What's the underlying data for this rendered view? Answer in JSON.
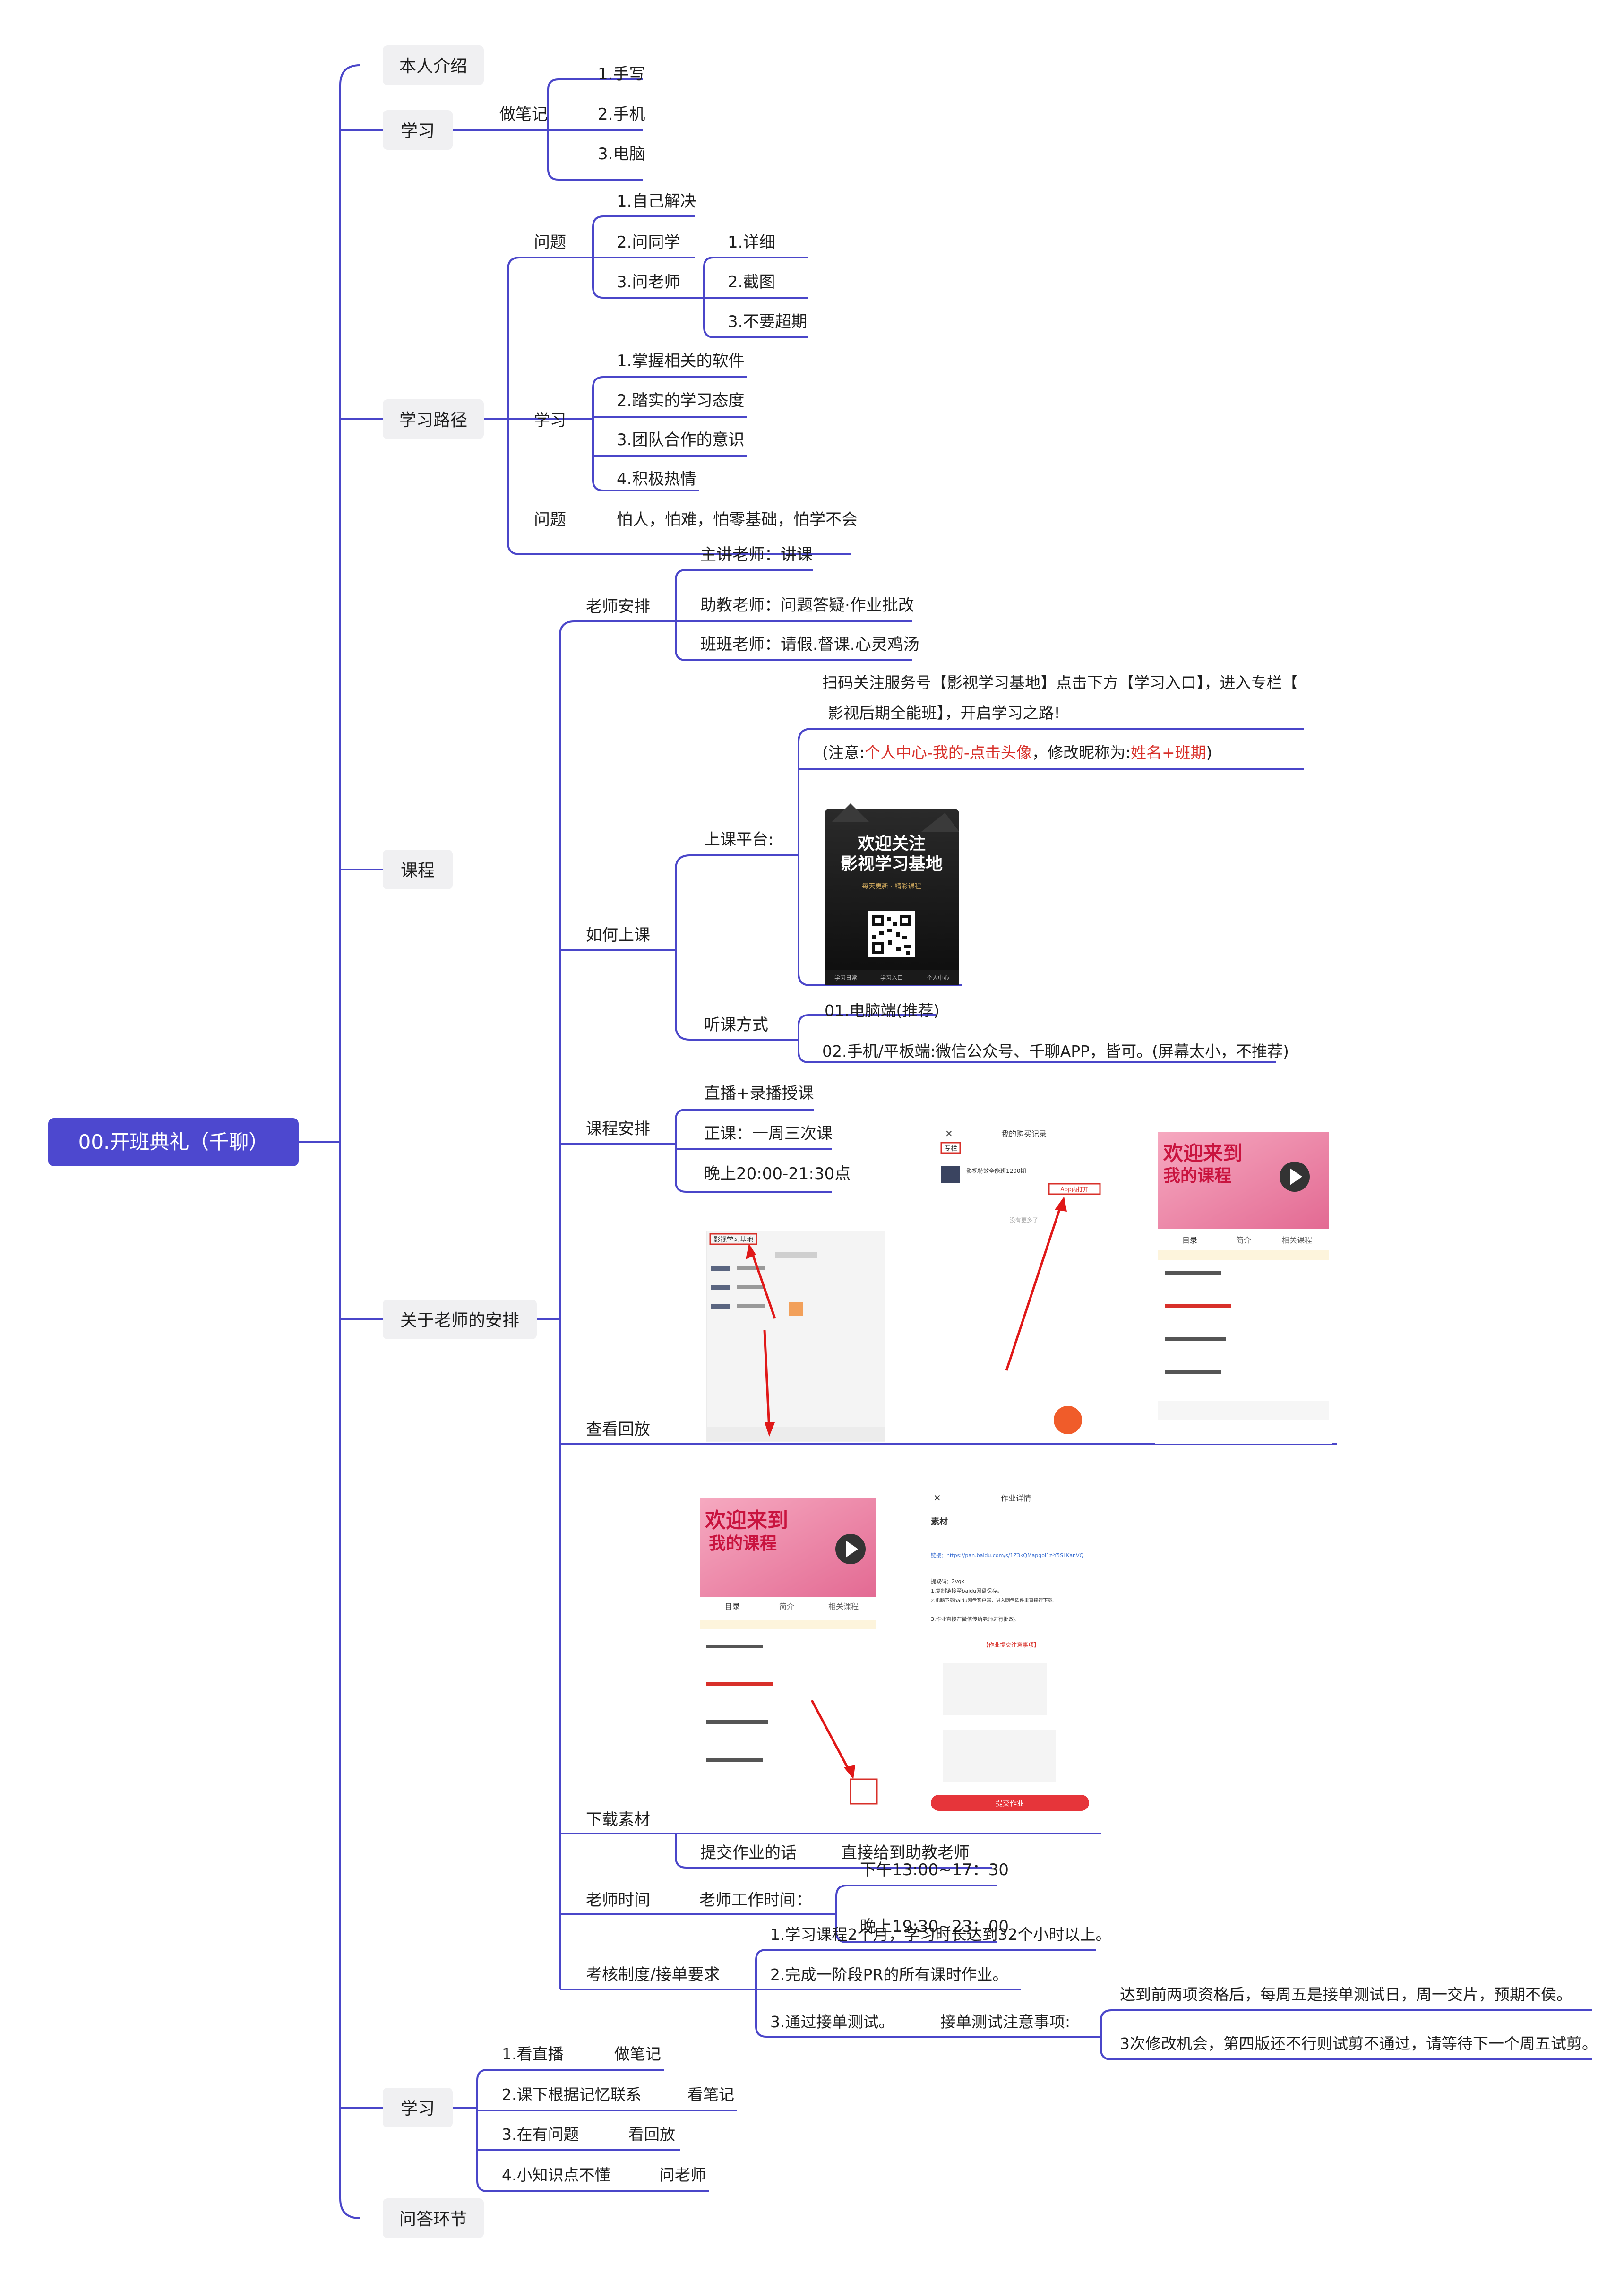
{
  "root": "00.开班典礼（千聊）",
  "colors": {
    "accent": "#4a46c9",
    "root_fill": "#4d48cf",
    "topic_fill": "#f0f0f2",
    "highlight": "#d8302a",
    "text": "#1e1e1e"
  },
  "topics": {
    "intro": "本人介绍",
    "study": "学习",
    "path": "学习路径",
    "course": "课程",
    "teacher_arrangement": "关于老师的安排",
    "study2": "学习",
    "qa": "问答环节"
  },
  "study": {
    "notes": "做笔记",
    "items": [
      "1.手写",
      "2.手机",
      "3.电脑"
    ]
  },
  "path": {
    "problem_label": "问题",
    "problem_items": [
      "1.自己解决",
      "2.问同学",
      "3.问老师"
    ],
    "ask_teacher_items": [
      "1.详细",
      "2.截图",
      "3.不要超期"
    ],
    "learn_label": "学习",
    "learn_items": [
      "1.掌握相关的软件",
      "2.踏实的学习态度",
      "3.团队合作的意识",
      "4.积极热情"
    ],
    "problem2_label": "问题",
    "problem2_text": "怕人，怕难，怕零基础，怕学不会"
  },
  "arrangement": {
    "teachers_label": "老师安排",
    "teachers": [
      "主讲老师：讲课",
      "助教老师：问题答疑·作业批改",
      "班班老师：请假.督课.心灵鸡汤"
    ],
    "how_label": "如何上课",
    "platform_label": "上课平台:",
    "platform_line1": "扫码关注服务号【影视学习基地】点击下方【学习入口】，进入专栏【",
    "platform_line2": "影视后期全能班】，开启学习之路!",
    "note_prefix": "(注意:",
    "note_red1": "个人中心-我的-点击头像",
    "note_mid": "，修改昵称为:",
    "note_red2": "姓名+班期",
    "note_suffix": ")",
    "poster_line1": "欢迎关注",
    "poster_line2": "影视学习基地",
    "poster_sub": "每天更新 · 精彩课程",
    "poster_tabs": [
      "学习日常",
      "学习入口",
      "个人中心"
    ],
    "listen_label": "听课方式",
    "listen_items": [
      "01.电脑端(推荐)",
      "02.手机/平板端:微信公众号、千聊APP，皆可。(屏幕太小，不推荐)"
    ],
    "schedule_label": "课程安排",
    "schedule_items": [
      "直播+录播授课",
      "正课：一周三次课",
      "晚上20:00-21:30点"
    ],
    "replay_label": "查看回放",
    "replay_caption_tag": "影视学习基地",
    "phone_purchase_title": "我的购买记录",
    "phone_purchase_tab": "专栏",
    "phone_purchase_item": "影视特效全能班1200期",
    "phone_purchase_btn": "App内打开",
    "phone_purchase_empty": "没有更多了",
    "welcome_line1": "欢迎来到",
    "welcome_line2": "我的课程",
    "course_tabs": [
      "目录",
      "简介",
      "相关课程"
    ],
    "hw_title": "作业详情",
    "hw_material": "素材",
    "hw_link": "链接：https://pan.baidu.com/s/1Z3kQMapqoi1z-Y5SLKanVQ",
    "hw_code": "提取码：2vqx",
    "hw_steps": [
      "1.复制链接至baidu网盘保存。",
      "2.电脑下载baidu网盘客户端，进入网盘软件里直接行下载。",
      "3.作业直接在微信传给老师进行批改。"
    ],
    "hw_notice": "【作业提交注意事项】",
    "hw_submit": "提交作业",
    "download_label": "下载素材",
    "submit_text": "提交作业的话",
    "submit_to": "直接给到助教老师",
    "time_label": "老师时间",
    "work_time_label": "老师工作时间：",
    "work_times": [
      "下午13:00~17：30",
      "晚上19:30~23：00"
    ],
    "exam_label": "考核制度/接单要求",
    "exam_items": [
      "1.学习课程2个月，学习时长达到32个小时以上。",
      "2.完成一阶段PR的所有课时作业。",
      "3.通过接单测试。"
    ],
    "test_notice_label": "接单测试注意事项:",
    "test_notices": [
      "达到前两项资格后，每周五是接单测试日，周一交片，预期不侯。",
      "3次修改机会，第四版还不行则试剪不通过，请等待下一个周五试剪。"
    ]
  },
  "study2": {
    "items": [
      "1.看直播",
      "2.课下根据记忆联系",
      "3.在有问题",
      "4.小知识点不懂"
    ],
    "actions": [
      "做笔记",
      "看笔记",
      "看回放",
      "问老师"
    ]
  }
}
